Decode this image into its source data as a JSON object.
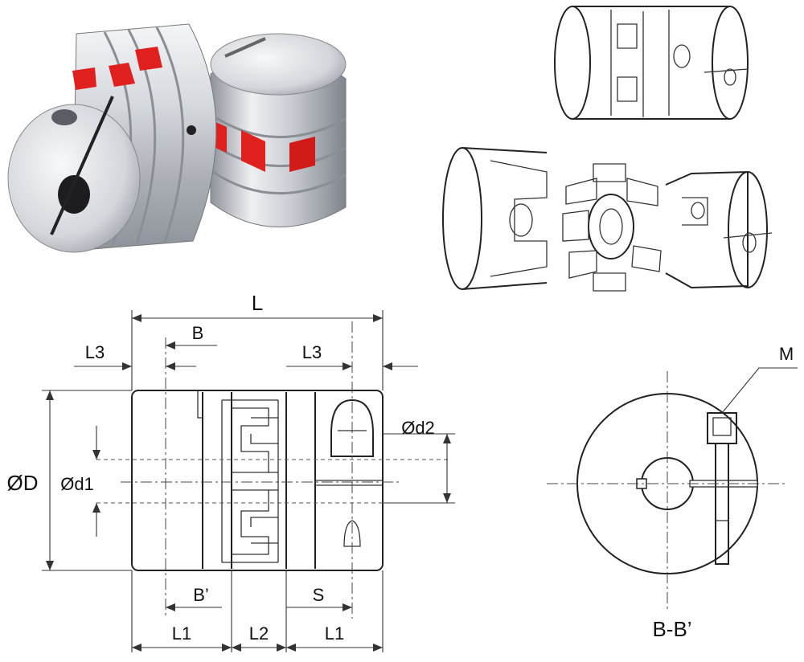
{
  "colors": {
    "aluminum": "#c9ccd2",
    "aluminum_highlight": "#f4f5f7",
    "aluminum_shadow": "#8e939b",
    "spider_red": "#e0201e",
    "line": "#222222"
  },
  "labels": {
    "L": "L",
    "B": "B",
    "L3_left": "L3",
    "L3_right": "L3",
    "D": "ØD",
    "d1": "Ød1",
    "d2": "Ød2",
    "B_prime": "B’",
    "S": "S",
    "L1_left": "L1",
    "L2": "L2",
    "L1_right": "L1",
    "M": "M",
    "section": "B-B’"
  }
}
